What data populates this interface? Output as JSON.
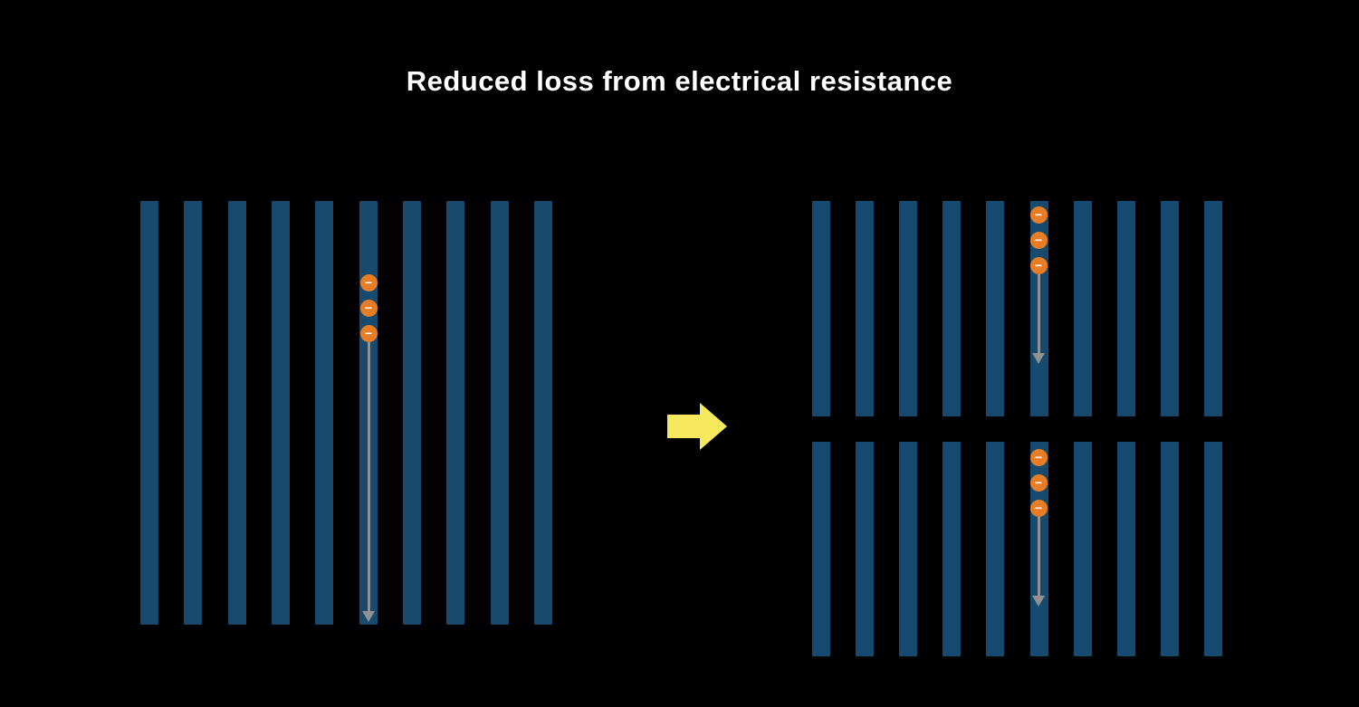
{
  "title": "Reduced loss from electrical resistance",
  "colors": {
    "background": "#000000",
    "bar": "#164a6e",
    "electron": "#e87d25",
    "electron_symbol_color": "#ffffff",
    "flow_arrow": "#919191",
    "transition_arrow": "#f7e95e",
    "title_text": "#ffffff"
  },
  "left_panel": {
    "bar_count": 10,
    "electron_count": 3,
    "electron_symbol": "−"
  },
  "right_panel": {
    "groups": [
      {
        "bar_count": 10,
        "electron_count": 3,
        "electron_symbol": "−"
      },
      {
        "bar_count": 10,
        "electron_count": 3,
        "electron_symbol": "−"
      }
    ]
  }
}
